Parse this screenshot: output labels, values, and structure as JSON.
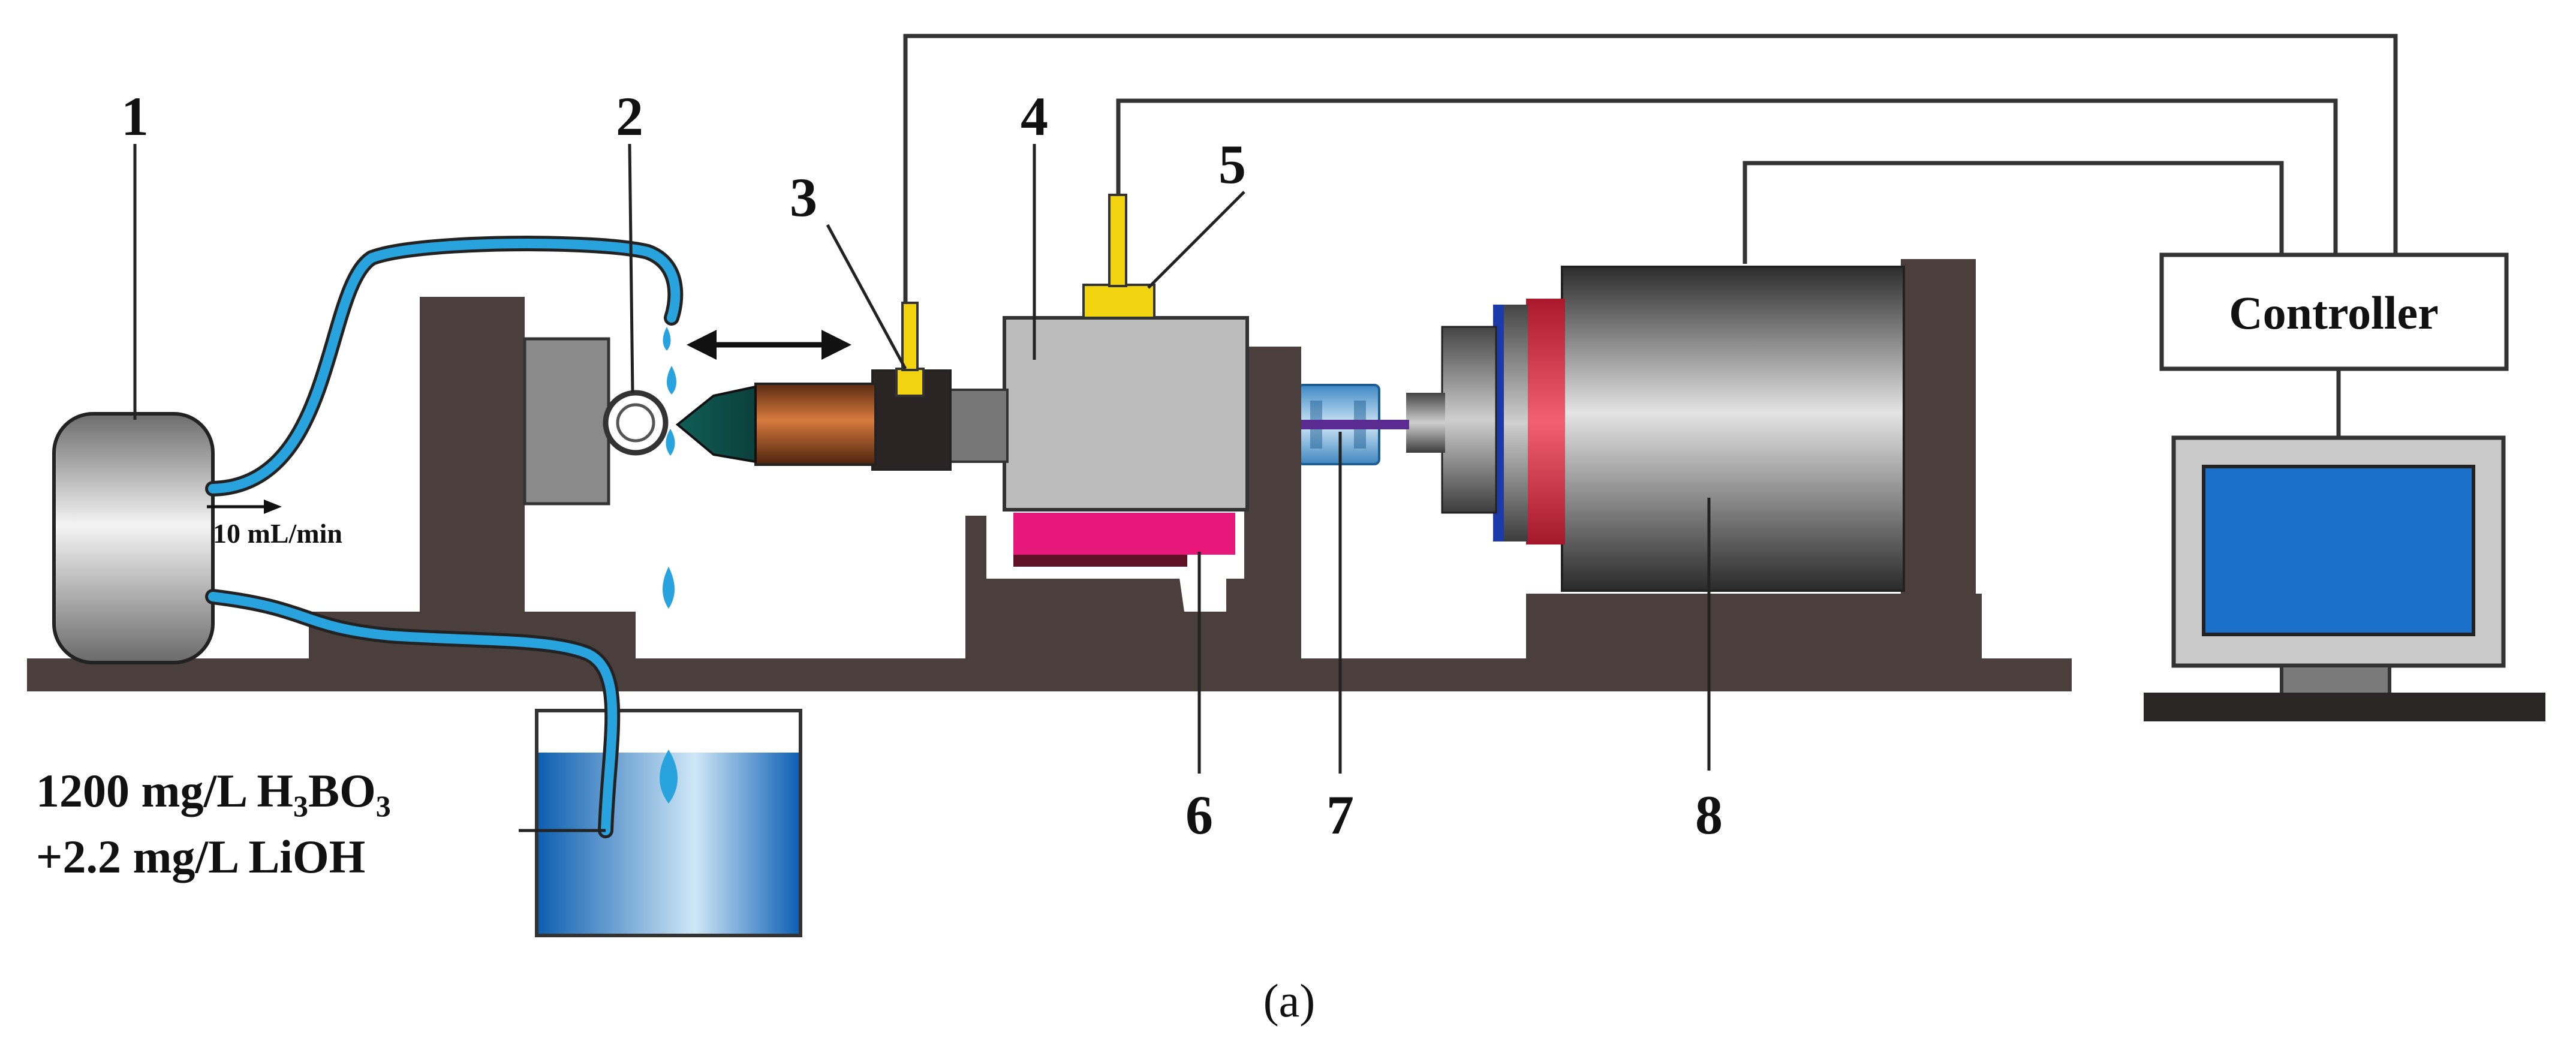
{
  "labels": {
    "n1": "1",
    "n2": "2",
    "n3": "3",
    "n4": "4",
    "n5": "5",
    "n6": "6",
    "n7": "7",
    "n8": "8"
  },
  "flow_rate": "10 mL/min",
  "controller_label": "Controller",
  "solution": {
    "line1_a": "1200 mg/L H",
    "line1_sub1": "3",
    "line1_b": "BO",
    "line1_sub2": "3",
    "line2": "+2.2 mg/L LiOH"
  },
  "caption": "(a)",
  "colors": {
    "frame": "#4a3f3d",
    "water": "#29a3dd",
    "yellow": "#f2d30f",
    "magenta": "#e8177a",
    "dark_magenta": "#5e1126",
    "purple": "#5a2c91",
    "screen": "#1a6fc9",
    "flange_red": "#e0384b",
    "flange_blue": "#1c3aa8"
  }
}
